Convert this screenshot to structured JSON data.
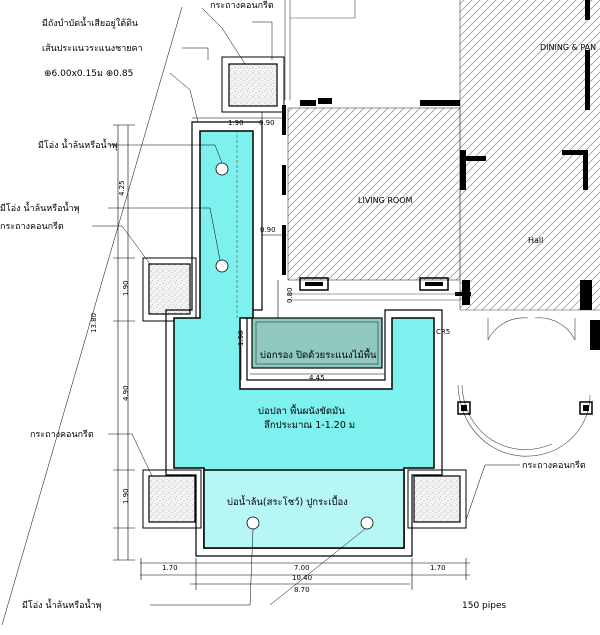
{
  "labels": {
    "planter_top": "กระถางคอนกรีต",
    "septic_tank": "มีถังบำบัดน้ำเสียอยู่ใต้ดิน",
    "wood_fence": "เส้นประแนวระแนงชายคา",
    "pipe_spec": "⊕6.00x0.15ม ⊕0.85",
    "fountain_1": "มีโอ่ง น้ำล้นหรือน้ำพุ",
    "fountain_2": "มีโอ่ง น้ำล้นหรือน้ำพุ",
    "planter_left": "กระถางคอนกรีต",
    "planter_bottom_left": "กระถางคอนกรีต",
    "planter_bottom_right": "กระถางคอนกรีต",
    "fountain_bottom": "มีโอ่ง น้ำล้นหรือน้ำพุ",
    "footer_note": "150 pipes"
  },
  "rooms": {
    "dining": "DINING & PAN",
    "living": "LIVING ROOM",
    "hall": "Hall"
  },
  "pond": {
    "filter_well": "บ่อกรอง ปิดด้วยระแนงไม้พื้น",
    "fish_pond_line1": "บ่อปลา พื้นผนังขัดมัน",
    "fish_pond_line2": "ลึกประมาณ 1-1.20 ม",
    "overflow_pond": "บ่อน้ำล้น(สระโชว์) ปูกระเบื้อง",
    "cr_tag": "CR5"
  },
  "dimensions": {
    "top_190": "1.90",
    "top_090": "0.90",
    "mid_090": "0.90",
    "side_425": "4.25",
    "side_190a": "1.90",
    "side_1380": "13.80",
    "side_490": "4.90",
    "side_190b": "1.90",
    "inner_190": "1.90",
    "inner_080": "0.80",
    "inner_445": "4.45",
    "bottom_170a": "1.70",
    "bottom_700": "7.00",
    "bottom_170b": "1.70",
    "bottom_1040": "10.40",
    "bottom_870": "8.70"
  },
  "colors": {
    "water": "#7ef0ee",
    "water_light": "#b6f6f4",
    "filter_fill": "#8fc9bf",
    "wall": "#000000",
    "hatch": "#888888"
  }
}
